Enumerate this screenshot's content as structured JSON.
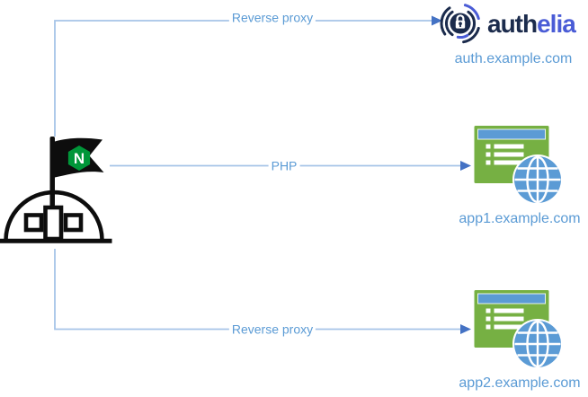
{
  "colors": {
    "line": "#A6C4E8",
    "arrow": "#4472C4",
    "label": "#5B9BD5",
    "app-green": "#76B043",
    "app-blue": "#5B9BD5",
    "auth-dark": "#1B2B4C",
    "auth-accent": "#4A5CD6",
    "nginx-green": "#009639",
    "ink": "#0D0D0D"
  },
  "connections": [
    {
      "label": "Reverse proxy",
      "from": "nginx",
      "to": "authelia"
    },
    {
      "label": "PHP",
      "from": "nginx",
      "to": "app1"
    },
    {
      "label": "Reverse proxy",
      "from": "nginx",
      "to": "app2"
    }
  ],
  "nginx": {
    "flag_letter": "N"
  },
  "authelia": {
    "brand_part1": "auth",
    "brand_part2": "elia",
    "domain": "auth.example.com"
  },
  "apps": [
    {
      "domain": "app1.example.com"
    },
    {
      "domain": "app2.example.com"
    }
  ]
}
